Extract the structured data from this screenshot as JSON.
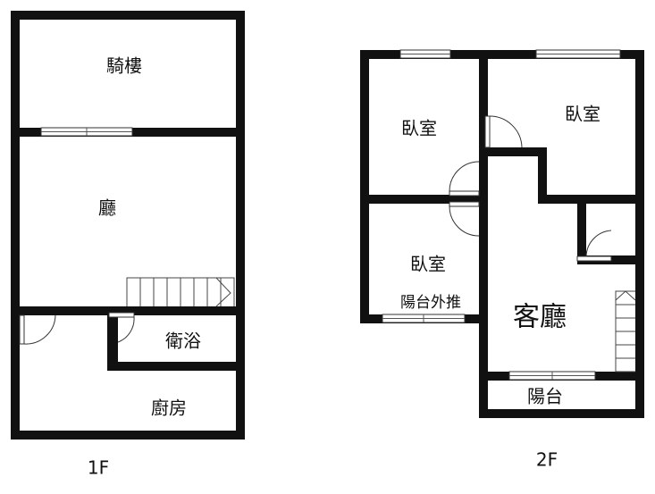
{
  "floor_1": {
    "label": "1F",
    "rooms": {
      "arcade": "騎樓",
      "hall": "廳",
      "bathroom": "衛浴",
      "kitchen": "廚房"
    }
  },
  "floor_2": {
    "label": "2F",
    "rooms": {
      "bedroom_top_left": "臥室",
      "bedroom_top_right": "臥室",
      "bedroom_bottom_left": "臥室",
      "balcony_note": "陽台外推",
      "living_room": "客廳",
      "balcony": "陽台"
    }
  },
  "colors": {
    "wall": "#111111",
    "background": "#ffffff"
  }
}
